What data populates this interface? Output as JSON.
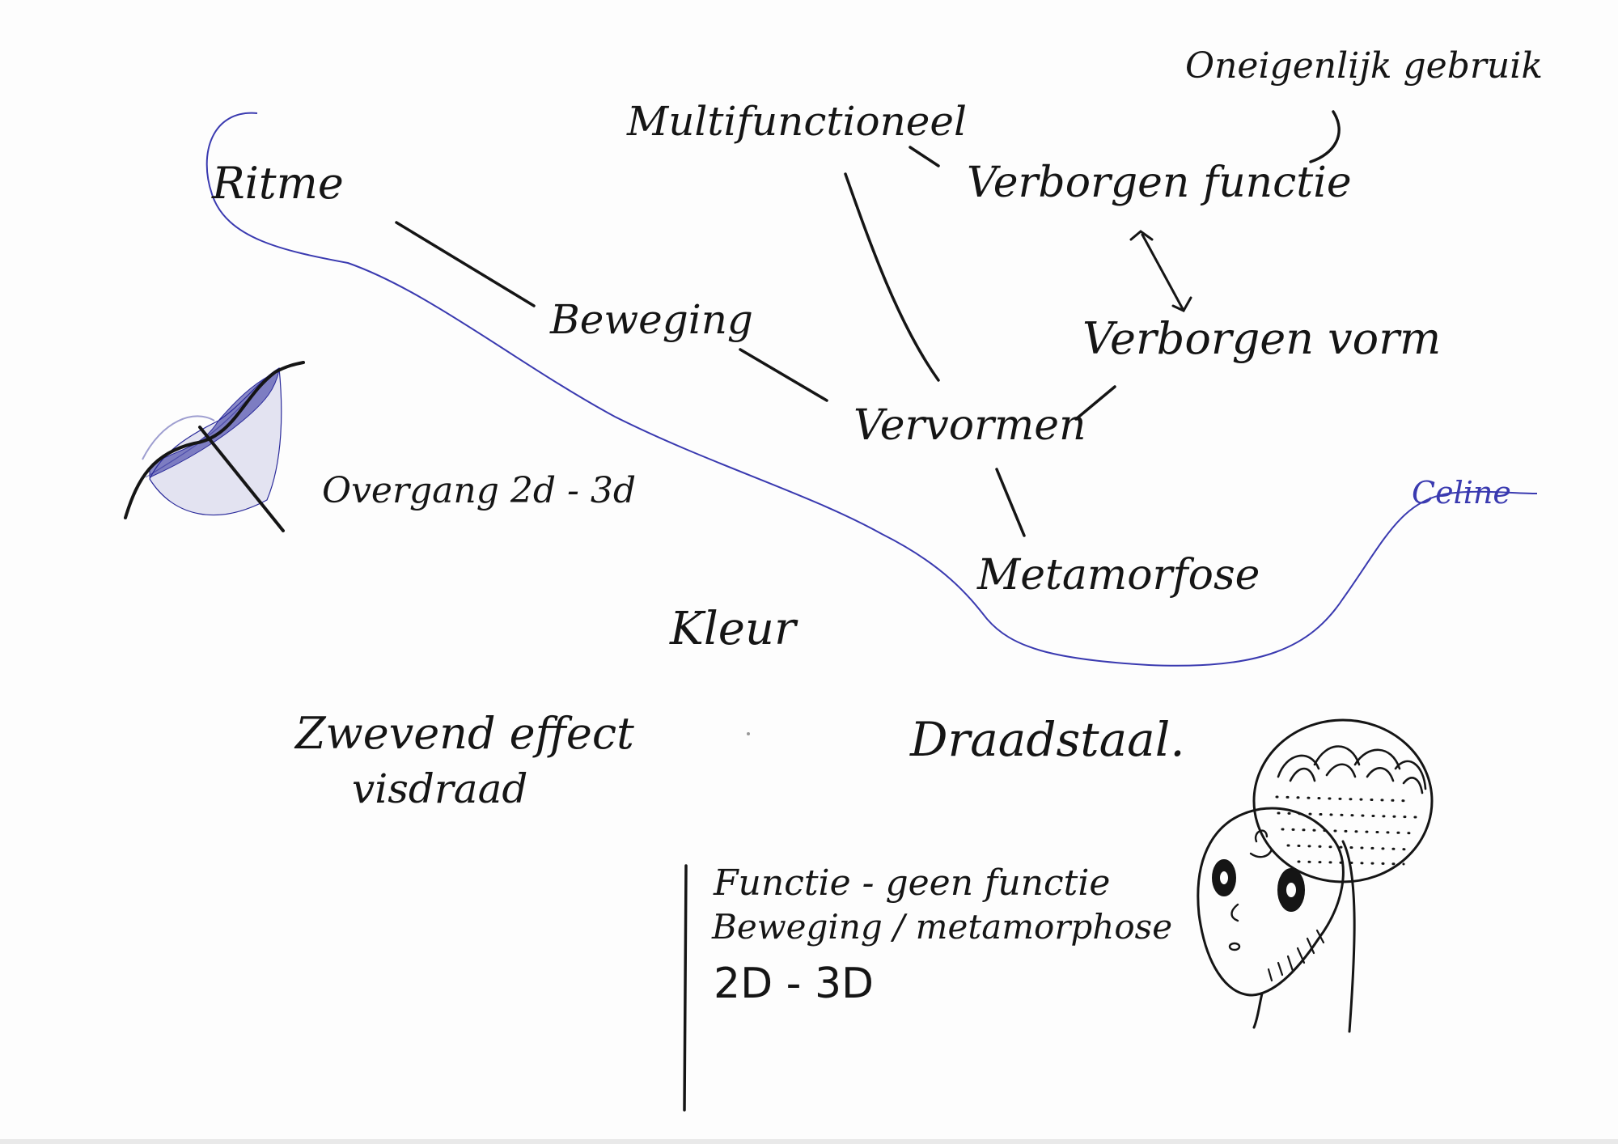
{
  "colors": {
    "paper": "#fdfdfd",
    "ink_black": "#151515",
    "ink_blue": "#3a3ab0",
    "shade_blue": "#2a2a9a"
  },
  "nodes": {
    "ritme": "Ritme",
    "beweging": "Beweging",
    "vervormen": "Vervormen",
    "multifunctioneel": "Multifunctioneel",
    "verborgen_functie": "Verborgen functie",
    "oneigenlijk_gebruik": "Oneigenlijk gebruik",
    "verborgen_vorm": "Verborgen vorm",
    "metamorfose": "Metamorfose",
    "overgang": "Overgang 2d - 3d",
    "kleur": "Kleur",
    "zwevend_effect": "Zwevend effect",
    "visdraad": "visdraad",
    "draadstaal": "Draadstaal.",
    "signature": "Celine"
  },
  "notes": {
    "line1": "Functie - geen functie",
    "line2": "Beweging / metamorphose",
    "line3": "2D - 3D"
  },
  "sketches": {
    "left": "shaded-curve-sketch",
    "right": "alien-head-sketch"
  }
}
